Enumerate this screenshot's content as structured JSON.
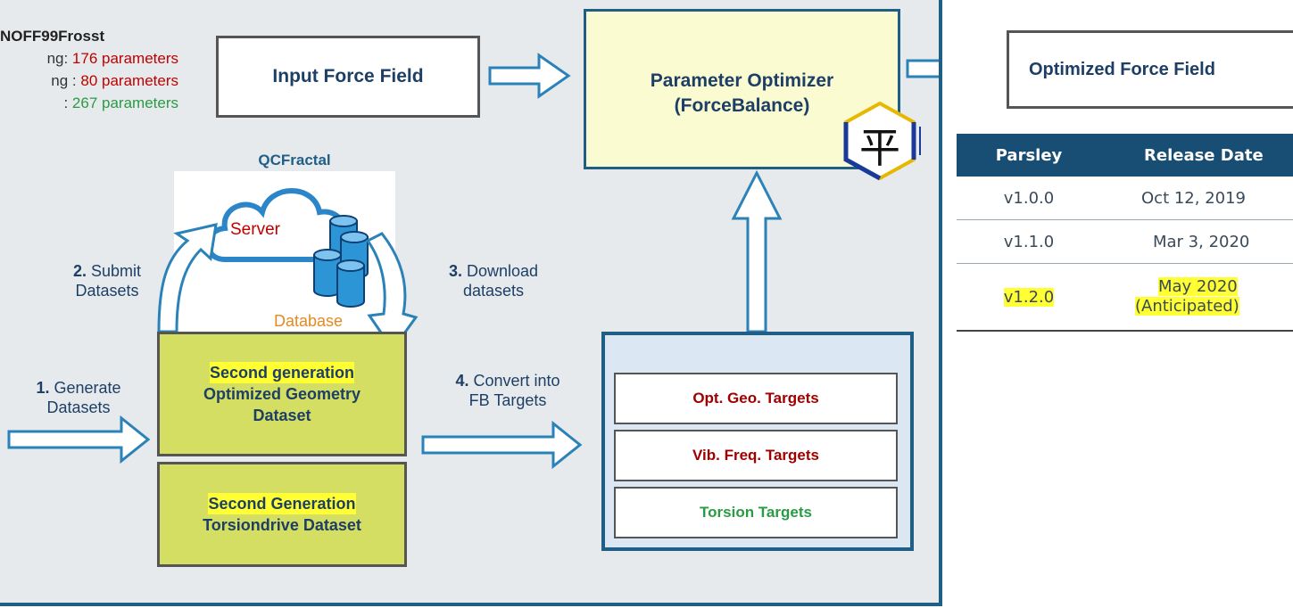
{
  "ff_info": {
    "title": "NOFF99Frosst",
    "line1_prefix": "ng: ",
    "line1_value": "176 parameters",
    "line2_prefix": "ng : ",
    "line2_value": "80 parameters",
    "line3_prefix": ": ",
    "line3_value": "267 parameters"
  },
  "input_ff": "Input Force Field",
  "optimizer": {
    "line1": "Parameter Optimizer",
    "line2": "(ForceBalance)",
    "logo_glyph": "平"
  },
  "optimized_ff": "Optimized Force Field",
  "qcfractal": {
    "title": "QCFractal",
    "server": "Server",
    "database": "Database"
  },
  "steps": {
    "s1_num": "1.",
    "s1_text1": "Generate",
    "s1_text2": "Datasets",
    "s2_num": "2.",
    "s2_text1": "Submit",
    "s2_text2": "Datasets",
    "s3_num": "3.",
    "s3_text1": "Download",
    "s3_text2": "datasets",
    "s4_num": "4.",
    "s4_text1": "Convert into",
    "s4_text2": "FB Targets"
  },
  "dataset1": {
    "line1": "Second generation",
    "line2": "Optimized Geometry",
    "line3": "Dataset"
  },
  "dataset2": {
    "line1": "Second Generation",
    "line2": "Torsiondrive Dataset"
  },
  "targets": {
    "opt": "Opt. Geo. Targets",
    "vib": "Vib. Freq. Targets",
    "tor": "Torsion Targets"
  },
  "release_table": {
    "headers": [
      "Parsley",
      "Release Date"
    ],
    "rows": [
      [
        "v1.0.0",
        "Oct 12, 2019"
      ],
      [
        "v1.1.0",
        "Mar 3, 2020"
      ],
      [
        "v1.2.0",
        "May 2020",
        "(Anticipated)"
      ]
    ]
  },
  "colors": {
    "navy": "#1f5f86",
    "red": "#c00000",
    "green": "#2a9a45",
    "highlight": "#ffff33",
    "olive": "#d4de62"
  }
}
